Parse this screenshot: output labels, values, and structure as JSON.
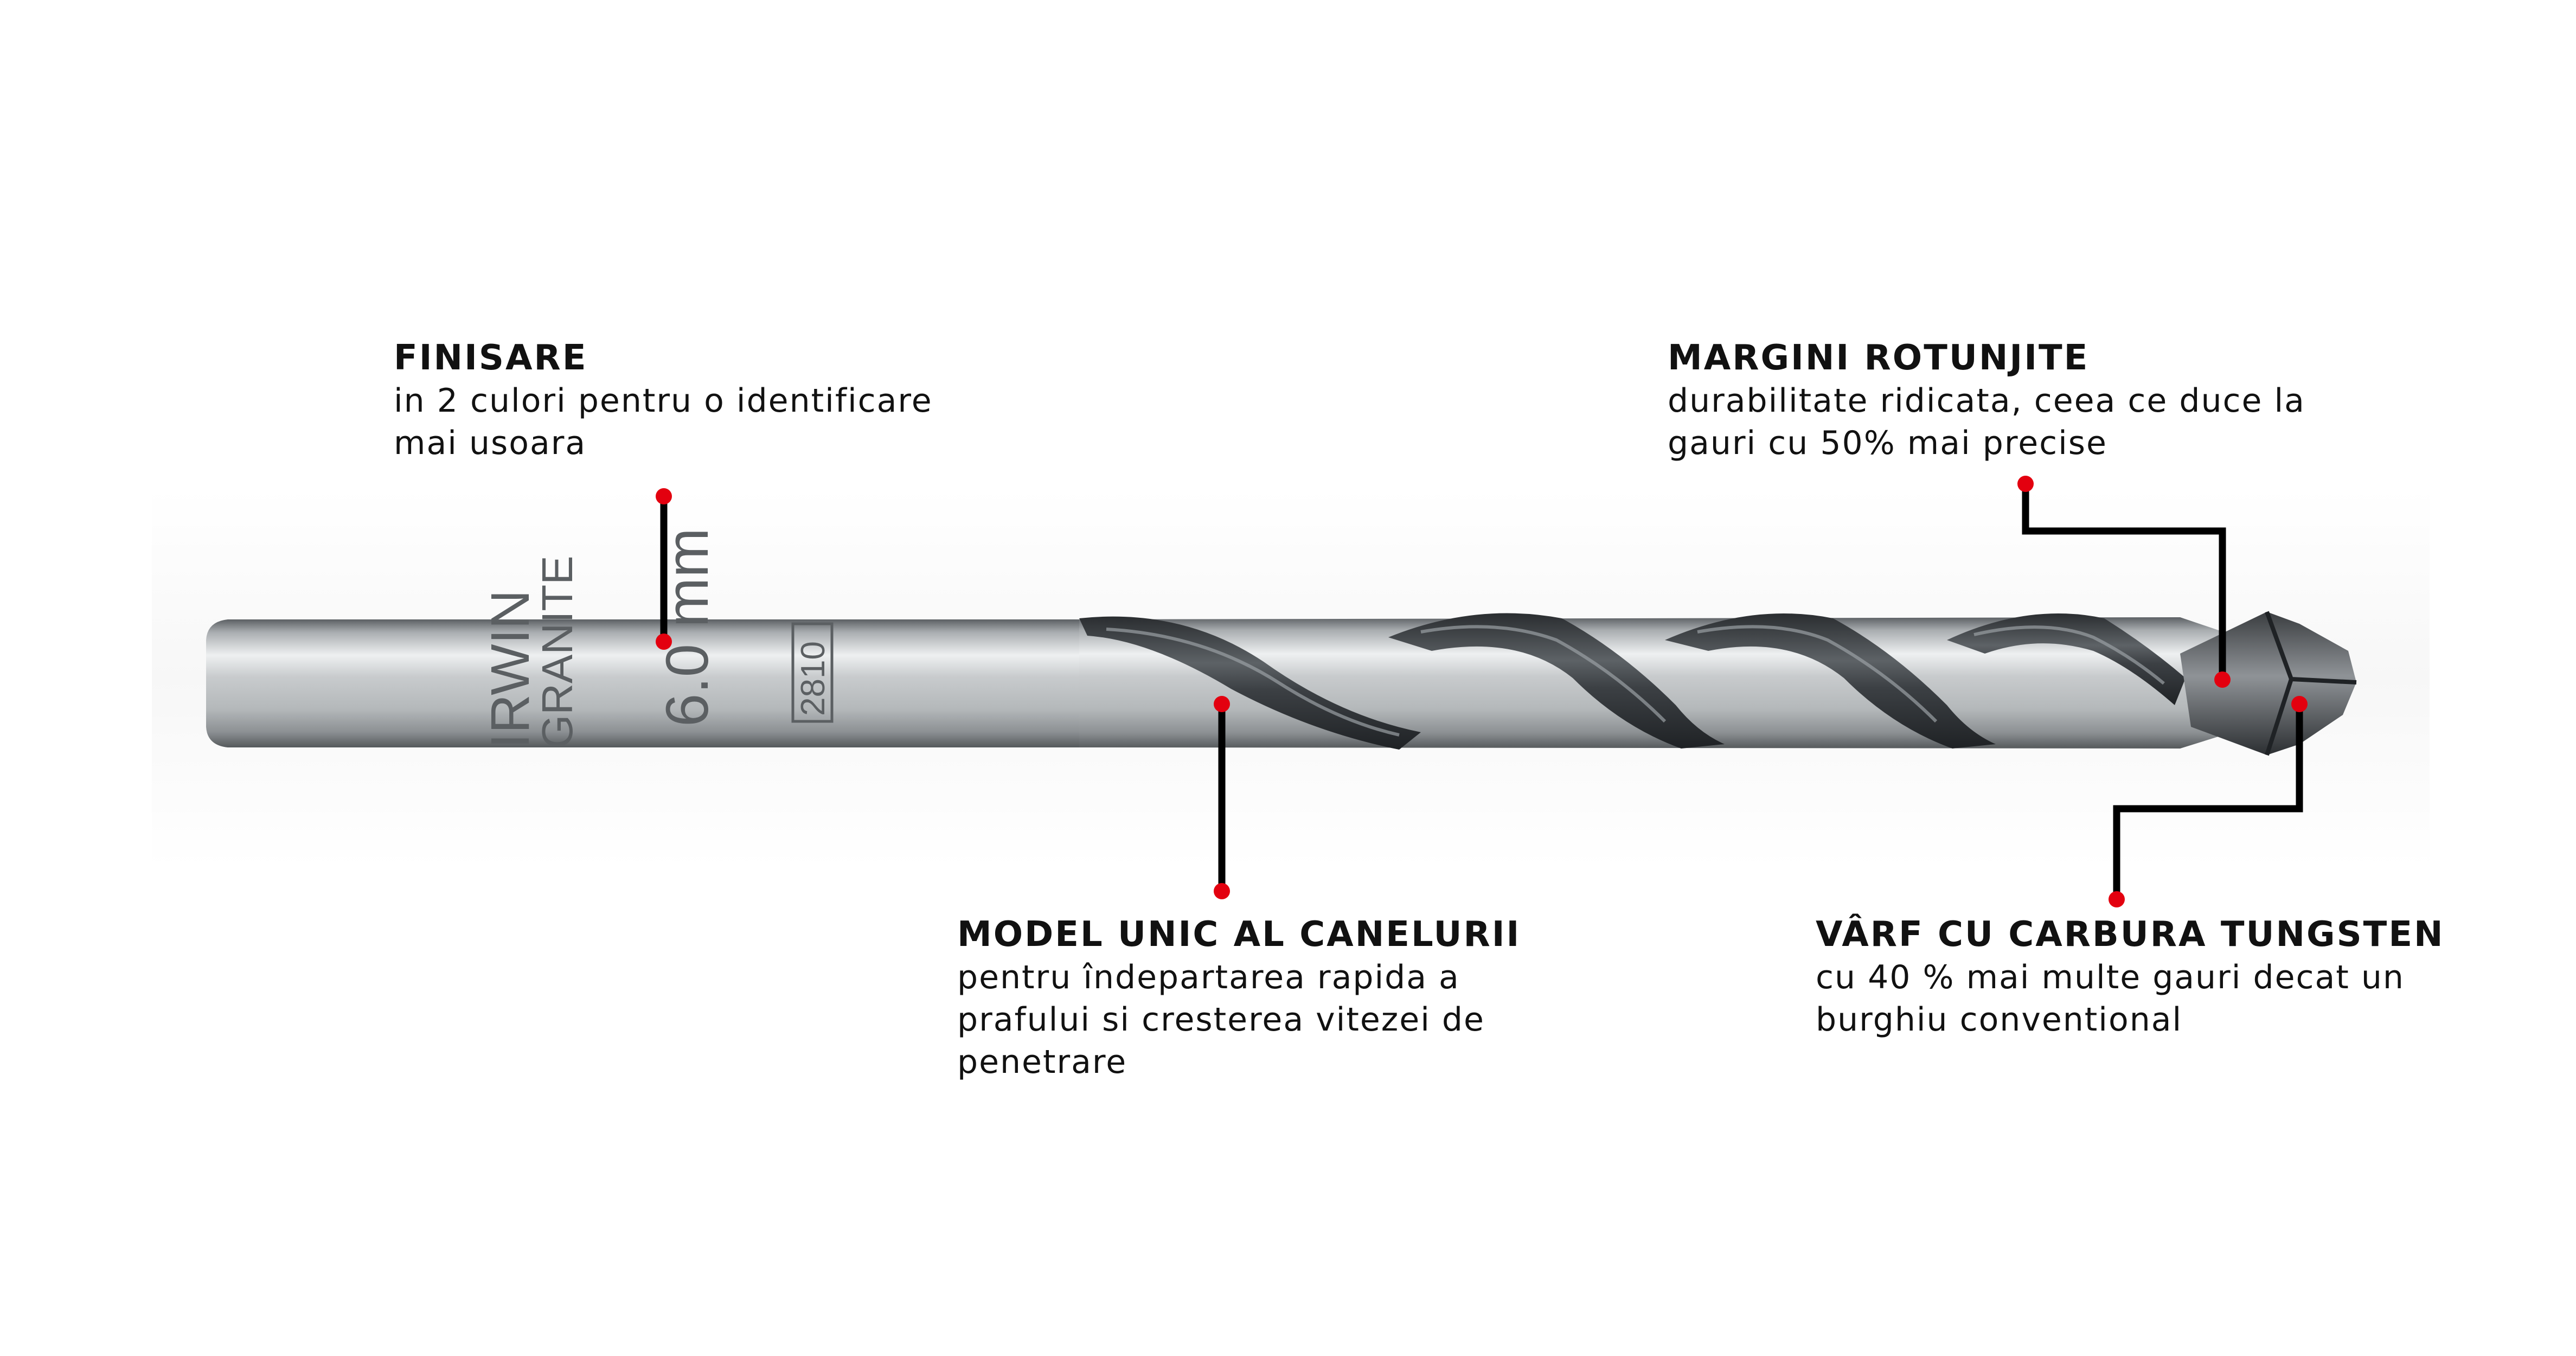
{
  "callouts": [
    {
      "id": "finisare",
      "title": "FINISARE",
      "lines": [
        "in 2 culori pentru o identificare",
        "mai usoara"
      ]
    },
    {
      "id": "margini",
      "title": "MARGINI ROTUNJITE",
      "lines": [
        "durabilitate ridicata, ceea ce duce la",
        "gauri cu 50% mai precise"
      ]
    },
    {
      "id": "canelura",
      "title": "MODEL UNIC AL CANELURII",
      "lines": [
        "pentru îndepartarea rapida a",
        "prafului si cresterea vitezei de",
        "penetrare"
      ]
    },
    {
      "id": "varf",
      "title": "VÂRF CU CARBURA TUNGSTEN",
      "lines": [
        "cu 40 % mai multe gauri decat un",
        "burghiu conventional"
      ]
    }
  ],
  "drill_engraving": {
    "brand": "IRWIN",
    "material": "GRANITE",
    "size": "6.0 mm",
    "code": "2810"
  },
  "colors": {
    "marker": "#e3000f",
    "leader": "#000000",
    "steel_light": "#e6e8e9",
    "steel_dark": "#4a4e52"
  }
}
